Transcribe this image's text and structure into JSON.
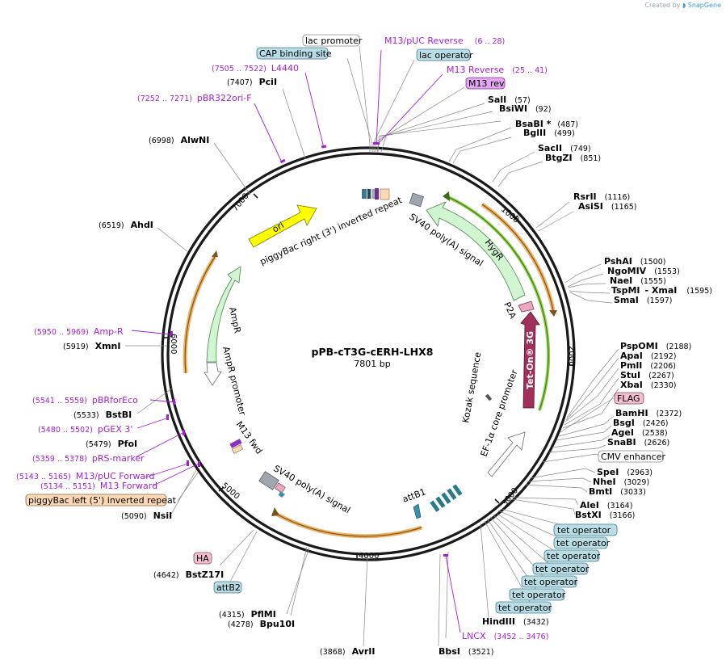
{
  "brand": {
    "created_by": "Created by",
    "name": "SnapGene"
  },
  "plasmid": {
    "name": "pPB-cT3G-cERH-LHX8",
    "length": "7801 bp"
  },
  "ticks": [
    "1000",
    "2000",
    "3000",
    "4000",
    "5000",
    "6000",
    "7000"
  ],
  "colors": {
    "primer": "#a21fd6",
    "ring": "#1a1a1a",
    "teal_box": "#b9dde6",
    "pink_box": "#f0bfd0",
    "orange_box": "#fcd9b4",
    "purple_box": "#e2a7f0"
  },
  "enzymes": [
    {
      "name": "SalI",
      "pos": "(57)"
    },
    {
      "name": "BsiWI",
      "pos": "(92)"
    },
    {
      "name": "BsaBI *",
      "pos": "(487)"
    },
    {
      "name": "BglII",
      "pos": "(499)"
    },
    {
      "name": "SacII",
      "pos": "(749)"
    },
    {
      "name": "BtgZI",
      "pos": "(851)"
    },
    {
      "name": "RsrII",
      "pos": "(1116)"
    },
    {
      "name": "AsiSI",
      "pos": "(1165)"
    },
    {
      "name": "PshAI",
      "pos": "(1500)"
    },
    {
      "name": "NgoMIV",
      "pos": "(1553)"
    },
    {
      "name": "NaeI",
      "pos": "(1555)"
    },
    {
      "name": "TspMI",
      "pos": ""
    },
    {
      "name": "- XmaI",
      "pos": "(1595)"
    },
    {
      "name": "SmaI",
      "pos": "(1597)"
    },
    {
      "name": "PspOMI",
      "pos": "(2188)"
    },
    {
      "name": "ApaI",
      "pos": "(2192)"
    },
    {
      "name": "PmlI",
      "pos": "(2206)"
    },
    {
      "name": "StuI",
      "pos": "(2267)"
    },
    {
      "name": "XbaI",
      "pos": "(2330)"
    },
    {
      "name": "BamHI",
      "pos": "(2372)"
    },
    {
      "name": "BsgI",
      "pos": "(2426)"
    },
    {
      "name": "AgeI",
      "pos": "(2538)"
    },
    {
      "name": "SnaBI",
      "pos": "(2626)"
    },
    {
      "name": "SpeI",
      "pos": "(2963)"
    },
    {
      "name": "NheI",
      "pos": "(3029)"
    },
    {
      "name": "BmtI",
      "pos": "(3033)"
    },
    {
      "name": "AleI",
      "pos": "(3164)"
    },
    {
      "name": "BstXI",
      "pos": "(3166)"
    },
    {
      "name": "HindIII",
      "pos": "(3432)"
    },
    {
      "name": "BbsI",
      "pos": "(3521)"
    },
    {
      "name": "AvrII",
      "pos": "(3868)"
    },
    {
      "name": "Bpu10I",
      "pos": "(4278)"
    },
    {
      "name": "PflMI",
      "pos": "(4315)"
    },
    {
      "name": "BstZ17I",
      "pos": "(4642)"
    },
    {
      "name": "NsiI",
      "pos": "(5090)"
    },
    {
      "name": "PfoI",
      "pos": "(5479)"
    },
    {
      "name": "BstBI",
      "pos": "(5533)"
    },
    {
      "name": "XmnI",
      "pos": "(5919)"
    },
    {
      "name": "AhdI",
      "pos": "(6519)"
    },
    {
      "name": "AlwNI",
      "pos": "(6998)"
    },
    {
      "name": "PciI",
      "pos": "(7407)"
    }
  ],
  "primers": [
    {
      "name": "M13/pUC Reverse",
      "range": "(6 .. 28)"
    },
    {
      "name": "M13 Reverse",
      "range": "(25 .. 41)"
    },
    {
      "name": "LNCX",
      "range": "(3452 .. 3476)"
    },
    {
      "name": "M13/pUC Forward",
      "range": "(5143 .. 5165)"
    },
    {
      "name": "M13 Forward",
      "range": "(5134 .. 5151)"
    },
    {
      "name": "pRS-marker",
      "range": "(5359 .. 5378)"
    },
    {
      "name": "pGEX 3'",
      "range": "(5480 .. 5502)"
    },
    {
      "name": "pBRforEco",
      "range": "(5541 .. 5559)"
    },
    {
      "name": "Amp-R",
      "range": "(5950 .. 5969)"
    },
    {
      "name": "pBR322ori-F",
      "range": "(7252 .. 7271)"
    },
    {
      "name": "L4440",
      "range": "(7505 .. 7522)"
    }
  ],
  "outer_features": {
    "lac_promoter": "lac promoter",
    "cap_site": "CAP binding site",
    "lac_operator": "lac operator",
    "m13_rev": "M13 rev",
    "flag": "FLAG",
    "cmv": "CMV enhancer",
    "tet_operator": "tet operator",
    "attb2": "attB2",
    "ha": "HA",
    "pb_left": "piggyBac left (5') inverted repeat"
  },
  "inner_features": {
    "pb_right": "piggyBac right (3') inverted repeat",
    "ori": "ori",
    "sv40_top": "SV40 poly(A) signal",
    "hygr": "HygR",
    "p2a": "P2A",
    "teton": "Tet-On® 3G",
    "kozak": "Kozak sequence",
    "ef1a": "EF-1α core promoter",
    "attb1": "attB1",
    "sv40_bottom": "SV40 poly(A) signal",
    "m13fwd": "M13 fwd",
    "ampr_promoter": "AmpR promoter",
    "ampr": "AmpR"
  }
}
